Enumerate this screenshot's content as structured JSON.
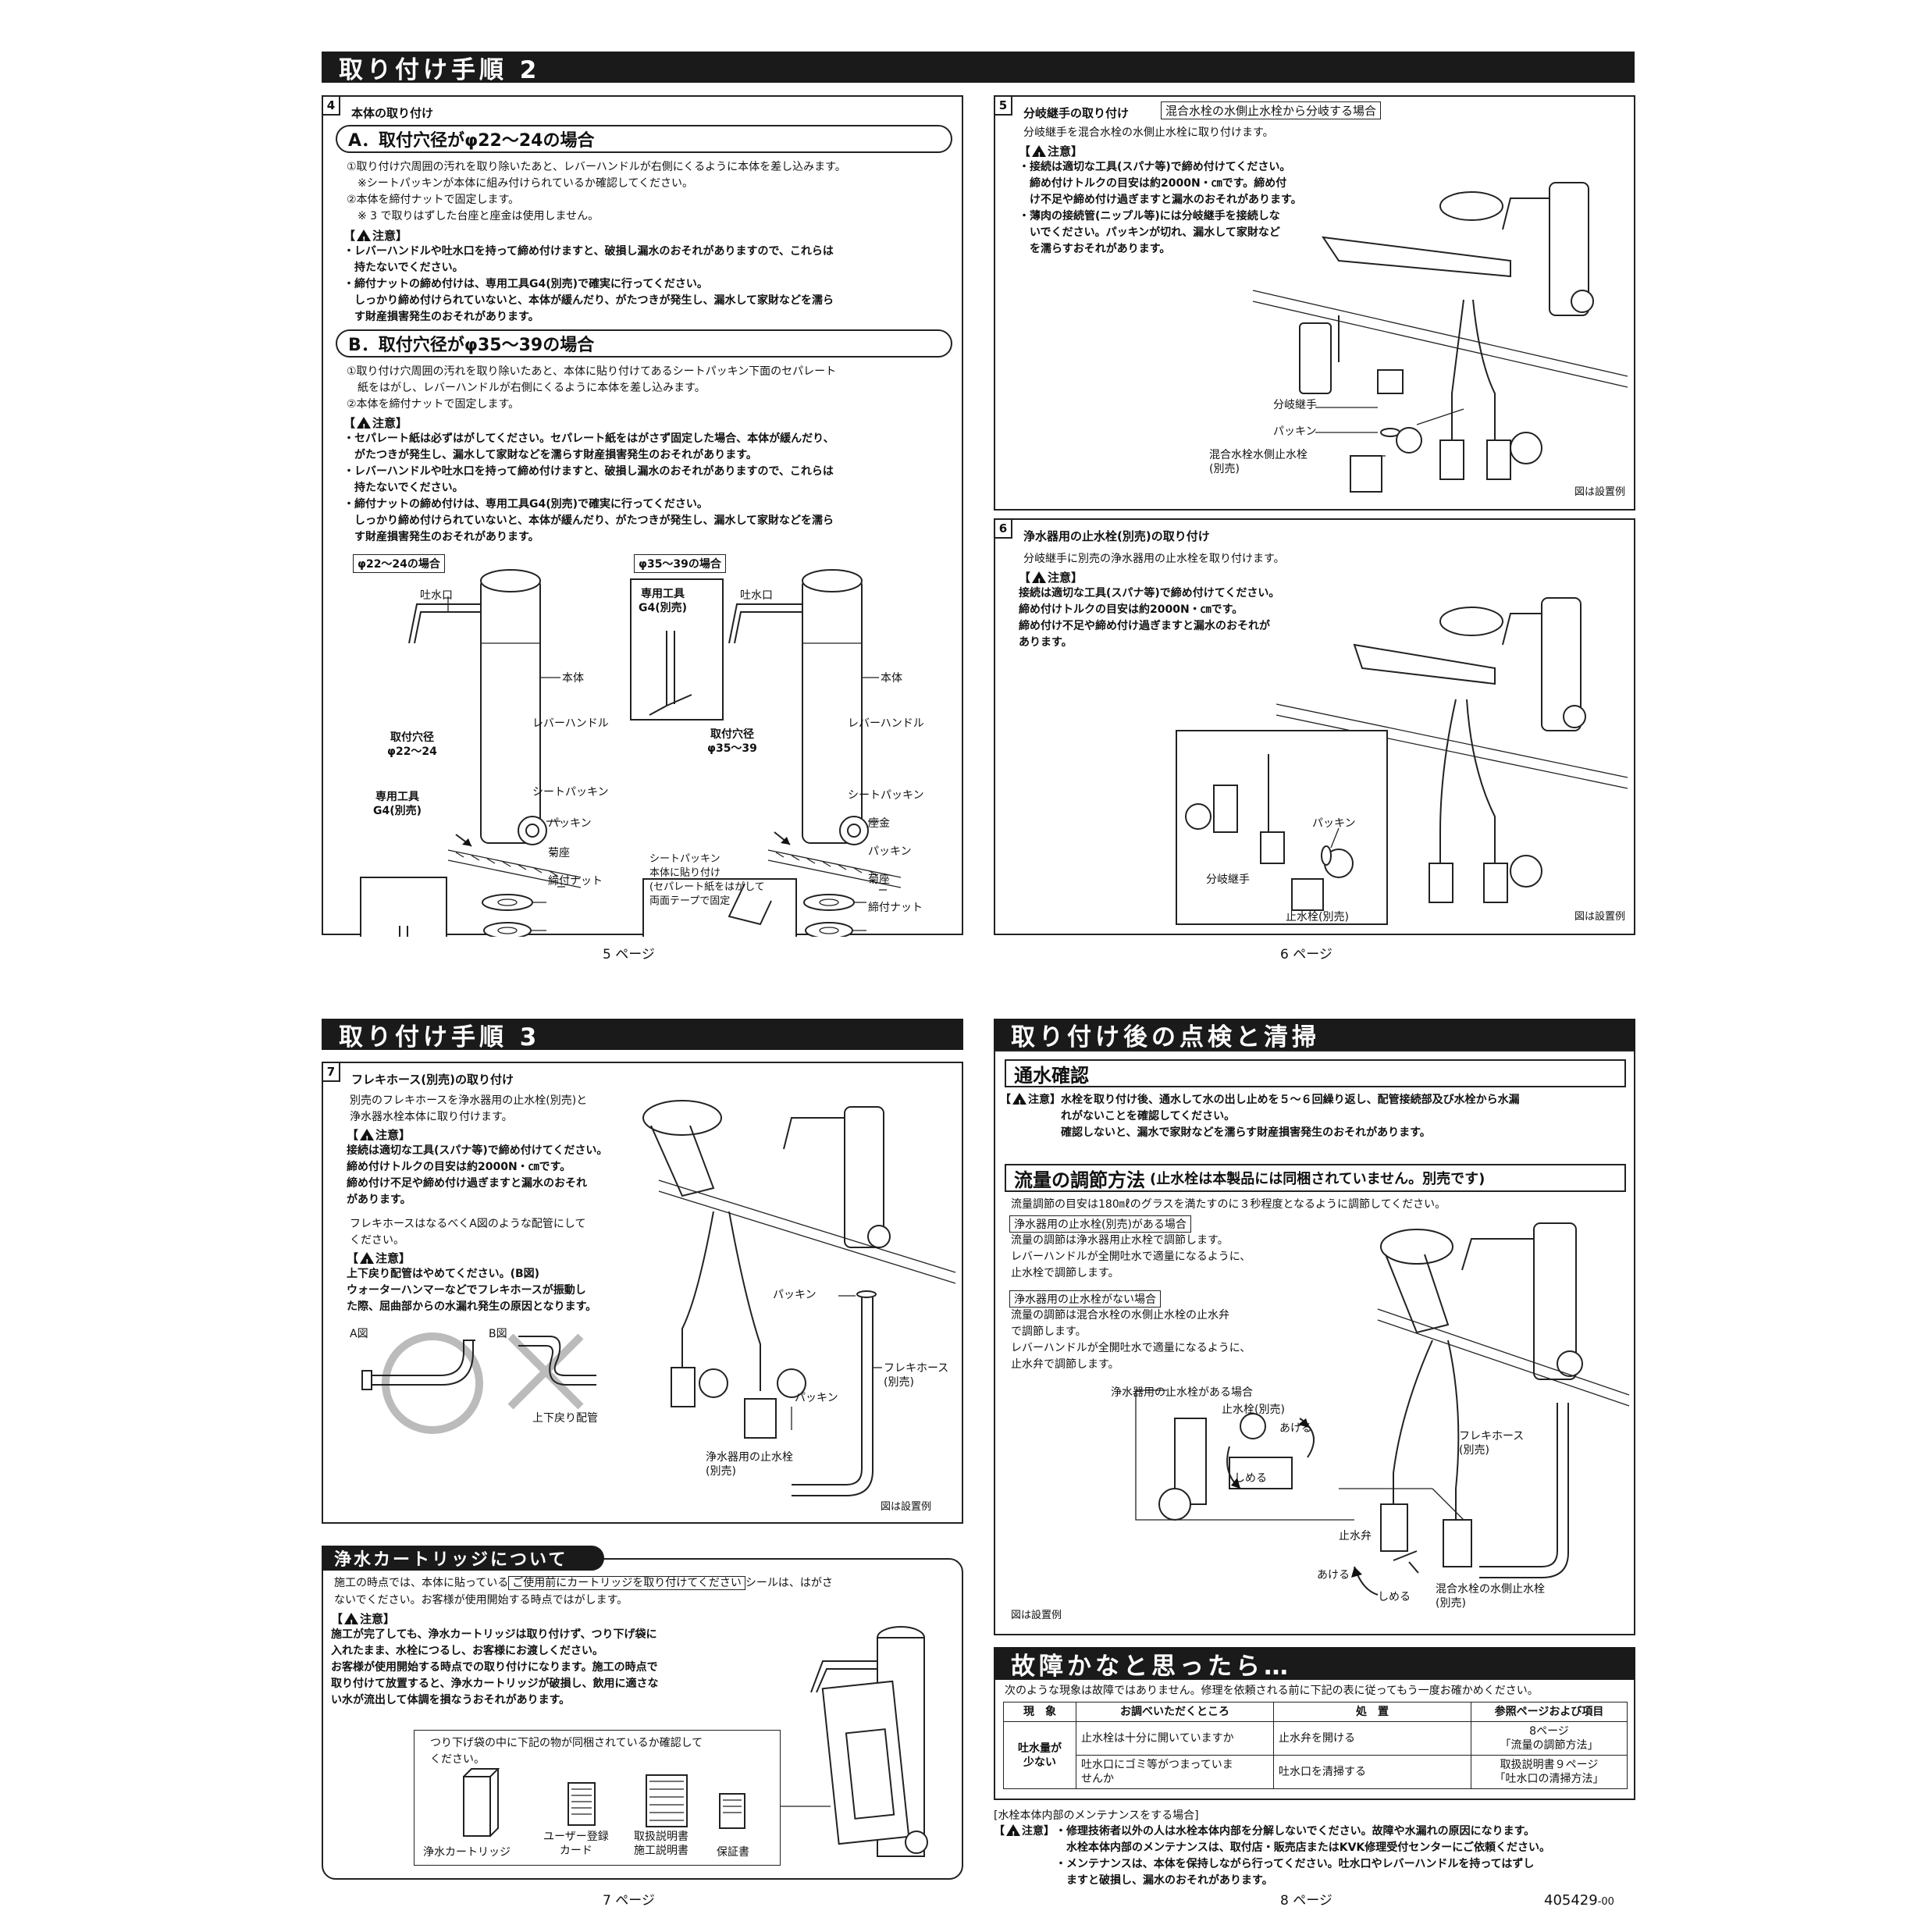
{
  "sec_install2": "取り付け手順 2",
  "sec_install3": "取り付け手順 3",
  "sec_check": "取り付け後の点検と清掃",
  "sec_trouble": "故障かなと思ったら…",
  "sec_cartridge": "浄水カートリッジについて",
  "step4": {
    "num": "4",
    "title": "本体の取り付け",
    "subA": "A．取付穴径がφ22～24の場合",
    "subA_text": "①取り付け穴周囲の汚れを取り除いたあと、レバーハンドルが右側にくるように本体を差し込みます。\n　※シートパッキンが本体に組み付けられているか確認してください。\n②本体を締付ナットで固定します。\n　※ 3 で取りはずした台座と座金は使用しません。",
    "caution": "【注意】",
    "subA_caution": "・レバーハンドルや吐水口を持って締め付けますと、破損し漏水のおそれがありますので、これらは\n　持たないでください。\n・締付ナットの締め付けは、専用工具G4(別売)で確実に行ってください。\n　しっかり締め付けられていないと、本体が緩んだり、がたつきが発生し、漏水して家財などを濡ら\n　す財産損害発生のおそれがあります。",
    "subB": "B．取付穴径がφ35～39の場合",
    "subB_text": "①取り付け穴周囲の汚れを取り除いたあと、本体に貼り付けてあるシートパッキン下面のセパレート\n　紙をはがし、レバーハンドルが右側にくるように本体を差し込みます。\n②本体を締付ナットで固定します。",
    "subB_caution": "・セパレート紙は必ずはがしてください。セパレート紙をはがさず固定した場合、本体が緩んだり、\n　がたつきが発生し、漏水して家財などを濡らす財産損害発生のおそれがあります。\n・レバーハンドルや吐水口を持って締め付けますと、破損し漏水のおそれがありますので、これらは\n　持たないでください。\n・締付ナットの締め付けは、専用工具G4(別売)で確実に行ってください。\n　しっかり締め付けられていないと、本体が緩んだり、がたつきが発生し、漏水して家財などを濡ら\n　す財産損害発生のおそれがあります。",
    "tagA": "φ22～24の場合",
    "tagB": "φ35～39の場合",
    "lbl_spout": "吐水口",
    "lbl_body": "本体",
    "lbl_lever": "レバーハンドル",
    "lbl_holeA": "取付穴径\nφ22～24",
    "lbl_holeB": "取付穴径\nφ35～39",
    "lbl_seat": "シートパッキン",
    "lbl_tool": "専用工具\nG4(別売)",
    "lbl_packing": "パッキン",
    "lbl_kiku": "菊座",
    "lbl_nut": "締付ナット",
    "lbl_zagane": "座金",
    "lbl_seatnote": "シートパッキン\n本体に貼り付け\n(セパレート紙をはがして\n両面テープで固定"
  },
  "step5": {
    "num": "5",
    "title": "分岐継手の取り付け",
    "tag": "混合水栓の水側止水栓から分岐する場合",
    "text": "分岐継手を混合水栓の水側止水栓に取り付けます。",
    "caution": "【注意】",
    "caution_text": "・接続は適切な工具(スパナ等)で締め付けてください。\n　締め付けトルクの目安は約2000N・㎝です。締め付\n　け不足や締め付け過ぎますと漏水のおそれがあります。\n・薄肉の接続管(ニップル等)には分岐継手を接続しな\n　いでください。パッキンが切れ、漏水して家財など\n　を濡らすおそれがあります。",
    "lbl_branch": "分岐継手",
    "lbl_packing": "パッキン",
    "lbl_valve": "混合水栓水側止水栓\n(別売)",
    "example": "図は設置例"
  },
  "step6": {
    "num": "6",
    "title": "浄水器用の止水栓(別売)の取り付け",
    "text": "分岐継手に別売の浄水器用の止水栓を取り付けます。",
    "caution": "【注意】",
    "caution_text": "接続は適切な工具(スパナ等)で締め付けてください。\n締め付けトルクの目安は約2000N・㎝です。\n締め付け不足や締め付け過ぎますと漏水のおそれが\nあります。",
    "lbl_packing": "パッキン",
    "lbl_branch": "分岐継手",
    "lbl_stop": "止水栓(別売)",
    "example": "図は設置例"
  },
  "step7": {
    "num": "7",
    "title": "フレキホース(別売)の取り付け",
    "text": "別売のフレキホースを浄水器用の止水栓(別売)と\n浄水器水栓本体に取り付けます。",
    "caution": "【注意】",
    "caution_text": "接続は適切な工具(スパナ等)で締め付けてください。\n締め付けトルクの目安は約2000N・㎝です。\n締め付け不足や締め付け過ぎますと漏水のおそれ\nがあります。",
    "text2": "フレキホースはなるべくA図のような配管にして\nください。",
    "caution2_text": "上下戻り配管はやめてください。(B図)\nウォーターハンマーなどでフレキホースが振動し\nた際、屈曲部からの水漏れ発生の原因となります。",
    "figA": "A図",
    "figB": "B図",
    "lbl_updown": "上下戻り配管",
    "lbl_packing": "パッキン",
    "lbl_flex": "フレキホース\n(別売)",
    "lbl_stop": "浄水器用の止水栓\n(別売)",
    "example": "図は設置例"
  },
  "cartridge": {
    "text_a": "施工の時点では、本体に貼っている",
    "text_tag": "ご使用前にカートリッジを取り付けてください",
    "text_b": "シールは、はがさ",
    "text_c": "ないでください。お客様が使用開始する時点ではがします。",
    "caution": "【注意】",
    "caution_text": "施工が完了しても、浄水カートリッジは取り付けず、つり下げ袋に\n入れたまま、水栓につるし、お客様にお渡しください。\nお客様が使用開始する時点での取り付けになります。施工の時点で\n取り付けて放置すると、浄水カートリッジが破損し、飲用に適さな\nい水が流出して体調を損なうおそれがあります。",
    "box_text": "つり下げ袋の中に下記の物が同梱されているか確認して\nください。",
    "item1": "浄水カートリッジ",
    "item2": "ユーザー登録\nカード",
    "item3": "取扱説明書\n施工説明書",
    "item4": "保証書"
  },
  "check": {
    "water_title": "通水確認",
    "caution": "【注意】",
    "water_text": "水栓を取り付け後、通水して水の出し止めを５～６回繰り返し、配管接続部及び水栓から水漏\nれがないことを確認してください。\n確認しないと、漏水で家財などを濡らす財産損害発生のおそれがあります。",
    "flow_title": "流量の調節方法",
    "flow_note": "(止水栓は本製品には同梱されていません。別売です)",
    "flow_text": "流量調節の目安は180㎖のグラスを満たすのに３秒程度となるように調節してください。",
    "case1_tag": "浄水器用の止水栓(別売)がある場合",
    "case1_text": "流量の調節は浄水器用止水栓で調節します。\nレバーハンドルが全開吐水で適量になるように、\n止水栓で調節します。",
    "case2_tag": "浄水器用の止水栓がない場合",
    "case2_text": "流量の調節は混合水栓の水側止水栓の止水弁\nで調節します。\nレバーハンドルが全開吐水で適量になるように、\n止水弁で調節します。",
    "lbl_case": "浄水器用の止水栓がある場合",
    "lbl_stop": "止水栓(別売)",
    "lbl_open": "あける",
    "lbl_close": "しめる",
    "lbl_flex": "フレキホース\n(別売)",
    "lbl_valve": "止水弁",
    "lbl_mixvalve": "混合水栓の水側止水栓\n(別売)",
    "example": "図は設置例"
  },
  "trouble": {
    "intro": "次のような現象は故障ではありません。修理を依頼される前に下記の表に従ってもう一度お確かめください。",
    "headers": [
      "現　象",
      "お調べいただくところ",
      "処　置",
      "参照ページおよび項目"
    ],
    "symptom": "吐水量が\n少ない",
    "rows": [
      [
        "止水栓は十分に開いていますか",
        "止水弁を開ける",
        "8ページ\n「流量の調節方法」"
      ],
      [
        "吐水口にゴミ等がつまっていま\nせんか",
        "吐水口を清掃する",
        "取扱説明書９ページ\n「吐水口の清掃方法」"
      ]
    ],
    "maint_title": "[水栓本体内部のメンテナンスをする場合]",
    "caution": "【注意】",
    "maint_text": "・修理技術者以外の人は水栓本体内部を分解しないでください。故障や水漏れの原因になります。\n　水栓本体内部のメンテナンスは、取付店・販売店またはKVK修理受付センターにご依頼ください。\n・メンテナンスは、本体を保持しながら行ってください。吐水口やレバーハンドルを持ってはずし\n　ますと破損し、漏水のおそれがあります。"
  },
  "pages": {
    "p5": "5 ページ",
    "p6": "6 ページ",
    "p7": "7 ページ",
    "p8": "8 ページ"
  },
  "doc_code": "405429",
  "doc_suffix": "-00"
}
